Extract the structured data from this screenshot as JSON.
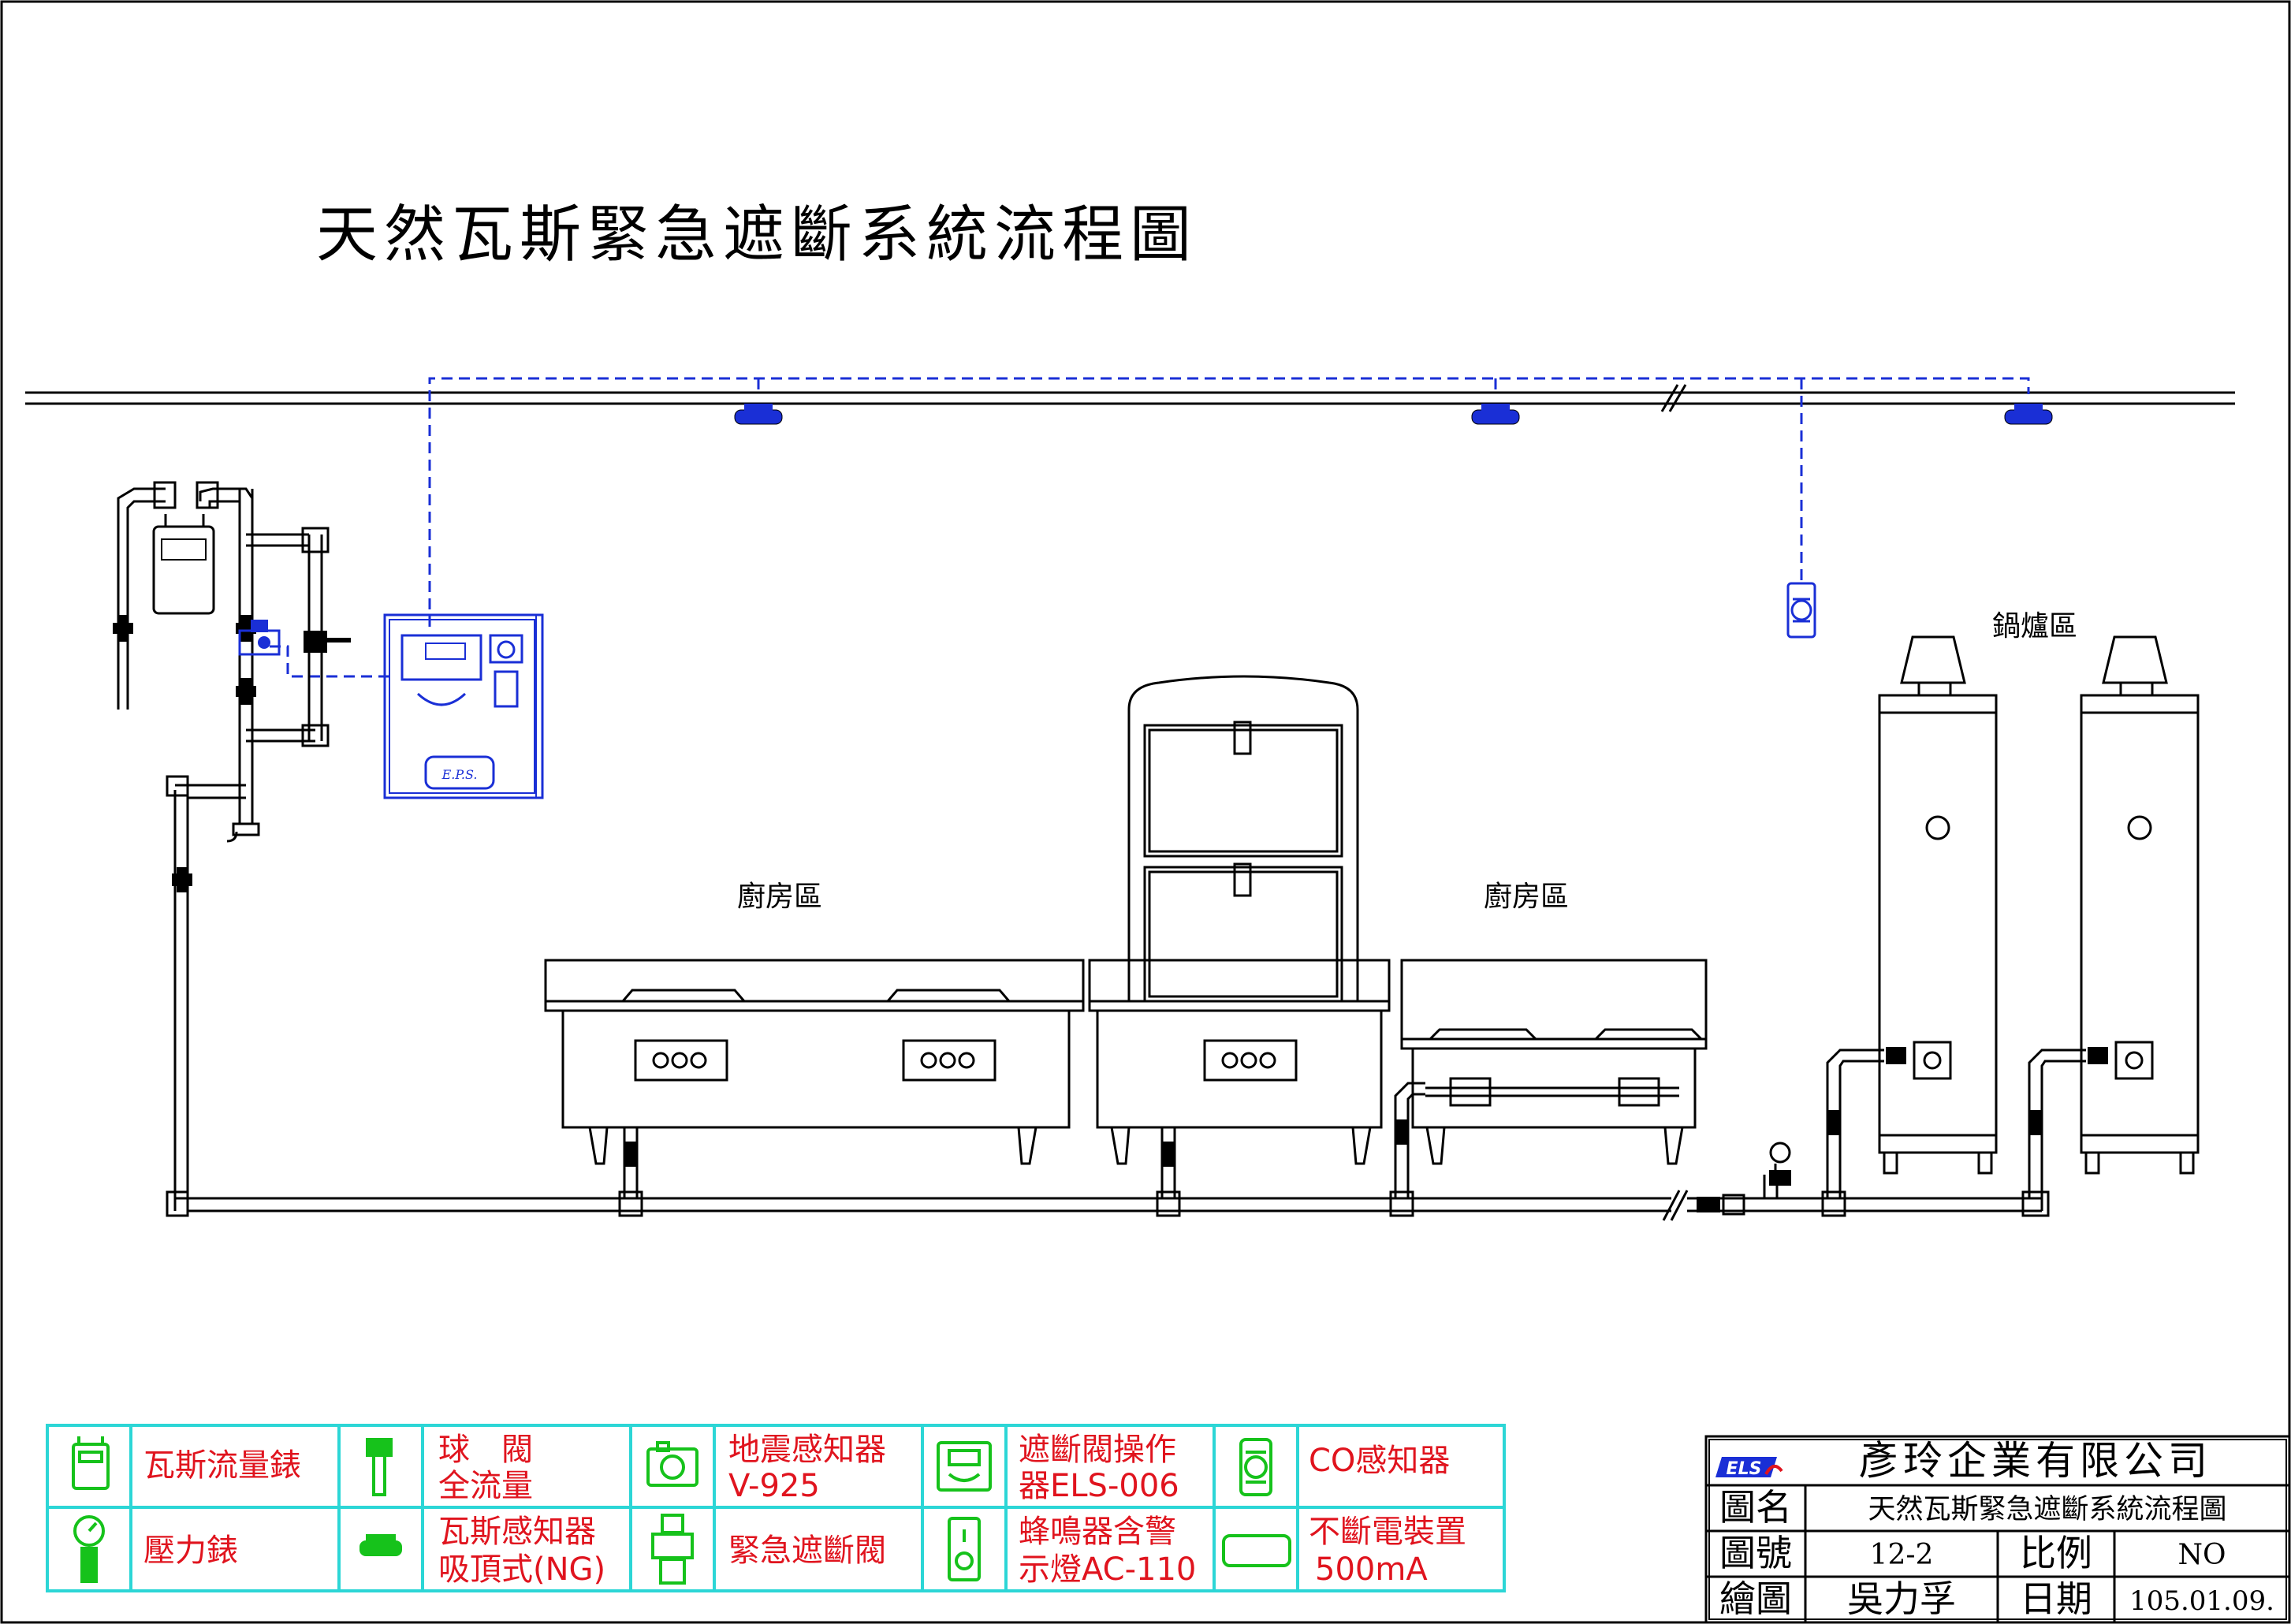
{
  "title": "天然瓦斯緊急遮斷系統流程圖",
  "zones": {
    "kitchen_left": "廚房區",
    "kitchen_right": "廚房區",
    "boiler": "鍋爐區"
  },
  "box_label": "E.P.S.",
  "legend": [
    {
      "icon": "gas-meter-icon",
      "line1": "瓦斯流量錶",
      "line2": ""
    },
    {
      "icon": "ball-valve-icon",
      "line1": "球　閥",
      "line2": "全流量"
    },
    {
      "icon": "seismic-sensor-icon",
      "line1": "地震感知器",
      "line2": "V-925"
    },
    {
      "icon": "shutoff-controller-icon",
      "line1": "遮斷閥操作",
      "line2": "器ELS-006"
    },
    {
      "icon": "co-detector-icon",
      "line1": "CO感知器",
      "line2": ""
    },
    {
      "icon": "pressure-gauge-icon",
      "line1": "壓力錶",
      "line2": ""
    },
    {
      "icon": "ceiling-gas-sensor-icon",
      "line1": "瓦斯感知器",
      "line2": "吸頂式(NG)"
    },
    {
      "icon": "emergency-valve-icon",
      "line1": "緊急遮斷閥",
      "line2": ""
    },
    {
      "icon": "buzzer-light-icon",
      "line1": "蜂鳴器含警",
      "line2": "示燈AC-110"
    },
    {
      "icon": "ups-icon",
      "line1": "不斷電裝置",
      "line2": "500mA"
    }
  ],
  "title_block": {
    "company": "彥玲企業有限公司",
    "logo_text": "ELS",
    "name_label": "圖名",
    "name_value": "天然瓦斯緊急遮斷系統流程圖",
    "number_label": "圖號",
    "number_value": "12-2",
    "scale_label": "比例",
    "scale_value": "NO",
    "drawn_label": "繪圖",
    "drawn_value": "吳力孚",
    "date_label": "日期",
    "date_value": "105.01.09."
  },
  "colors": {
    "pipe": "#000000",
    "wire": "#1a2fd6",
    "legend_border": "#2cd6d6",
    "legend_text": "#e0141e",
    "legend_icon": "#16c21b"
  }
}
